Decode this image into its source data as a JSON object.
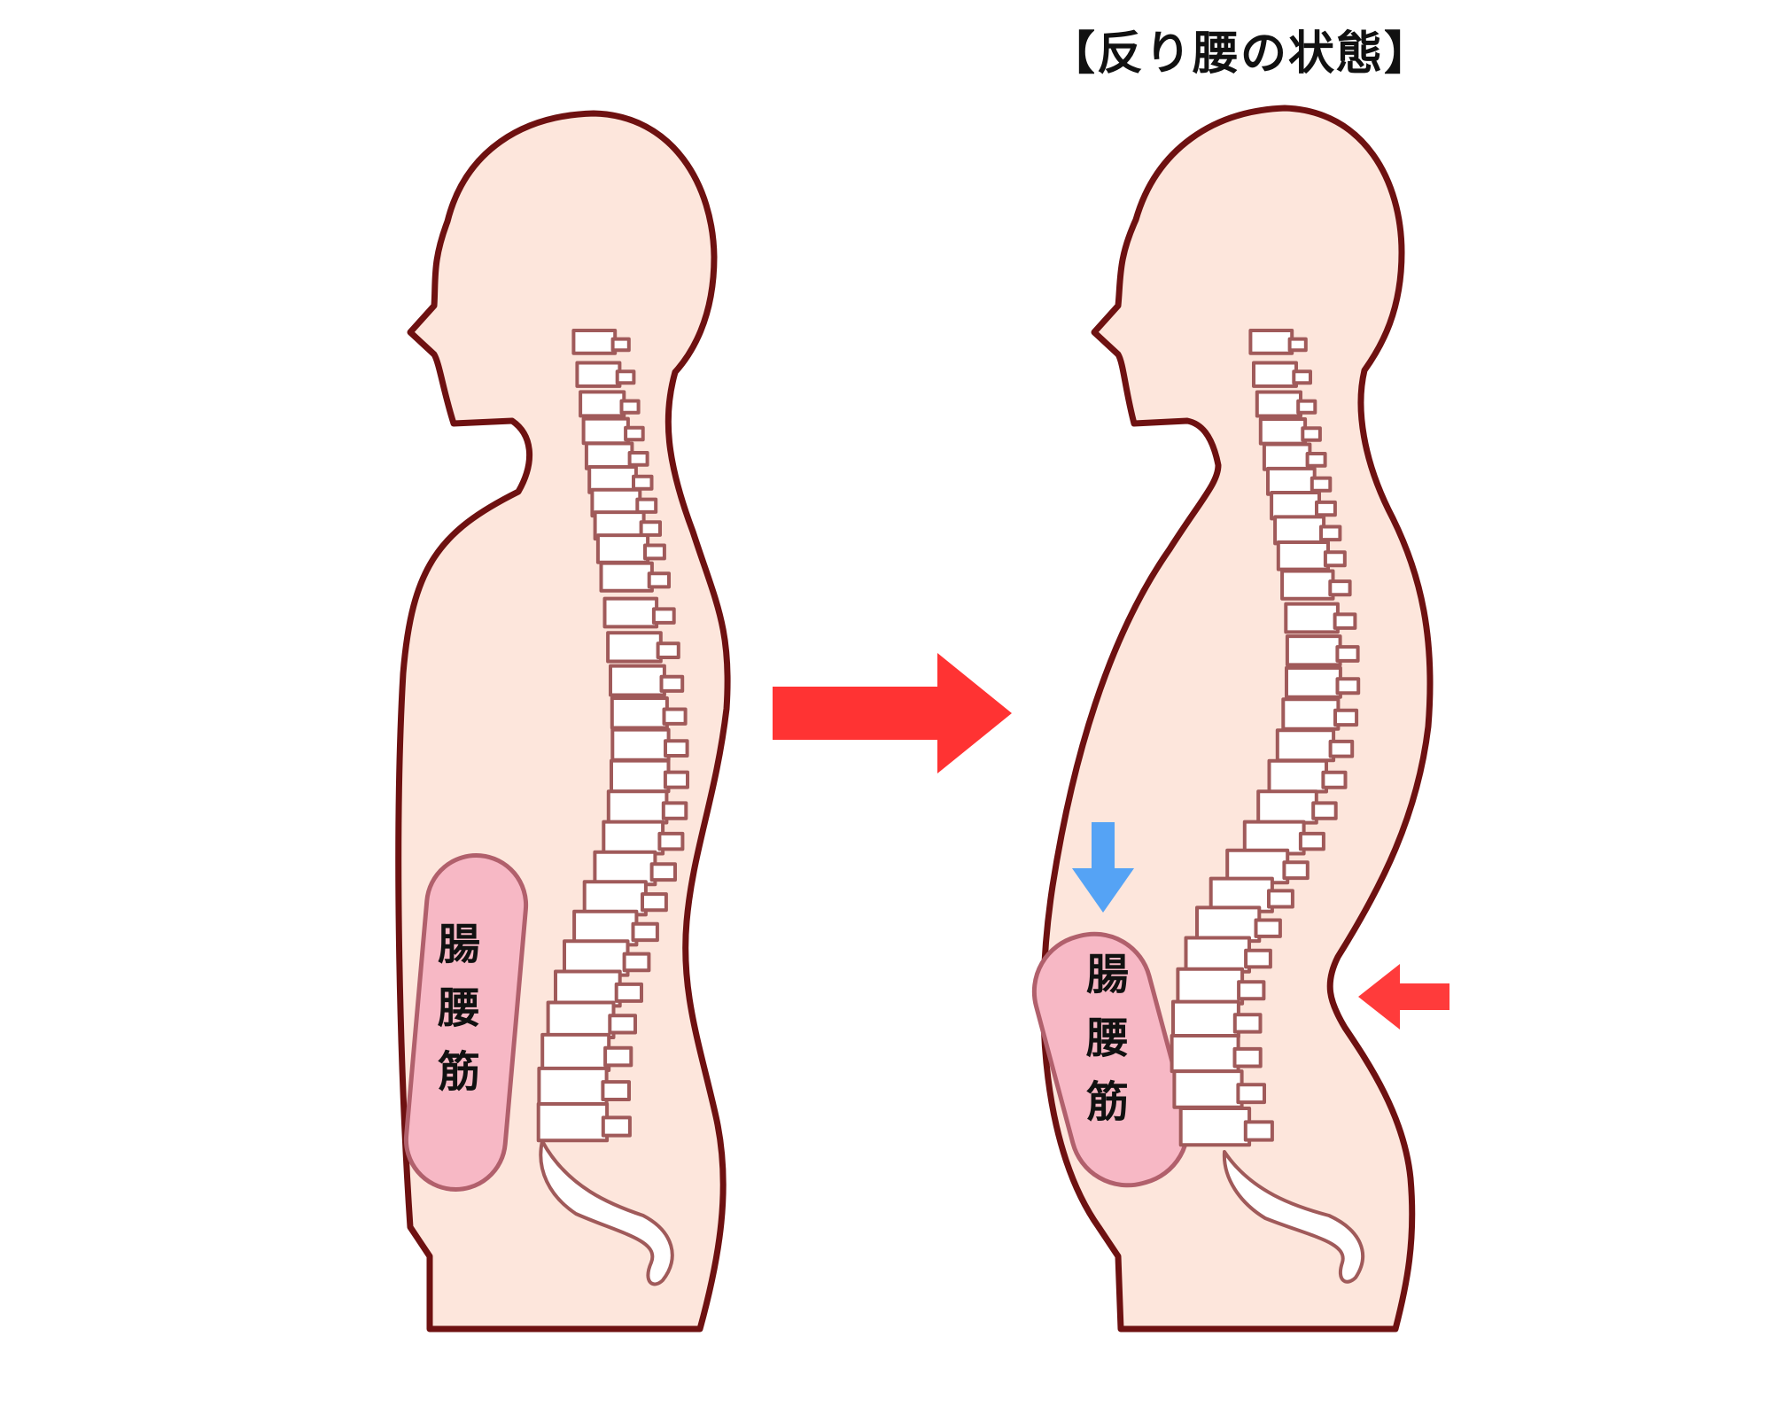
{
  "title": "【反り腰の状態】",
  "figures": [
    {
      "id": "normal",
      "muscle_label": [
        "腸",
        "腰",
        "筋"
      ]
    },
    {
      "id": "lordosis",
      "muscle_label": [
        "腸",
        "腰",
        "筋"
      ]
    }
  ],
  "colors": {
    "skin_fill": "#fde6dc",
    "outline": "#6e1111",
    "muscle_fill": "#f7b8c5",
    "vertebra_stroke": "#a05a5a",
    "transition_arrow": "#ff3333",
    "down_arrow": "#55a3f5",
    "lumbar_arrow": "#ff3b3b"
  },
  "arrows": {
    "transition": "right-arrow",
    "pelvis_tilt": "down-arrow",
    "lumbar_push": "left-arrow"
  }
}
